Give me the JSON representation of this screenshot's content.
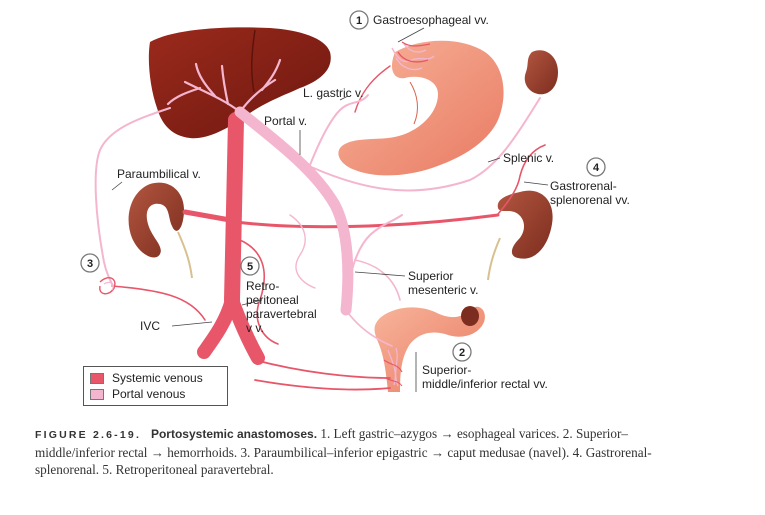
{
  "labels": {
    "gastroesophageal": "Gastroesophageal vv.",
    "l_gastric": "L. gastric v.",
    "portal": "Portal v.",
    "paraumbilical": "Paraumbilical v.",
    "splenic": "Splenic v.",
    "gastrorenal_1": "Gastrorenal-",
    "gastrorenal_2": "splenorenal vv.",
    "retro_1": "Retro-",
    "retro_2": "peritoneal",
    "retro_3": "paravertebral",
    "retro_4": "v v.",
    "sup_mes_1": "Superior",
    "sup_mes_2": "mesenteric v.",
    "ivc": "IVC",
    "rectal_1": "Superior-",
    "rectal_2": "middle/inferior rectal vv."
  },
  "markers": {
    "m1": "1",
    "m2": "2",
    "m3": "3",
    "m4": "4",
    "m5": "5"
  },
  "legend": {
    "systemic": "Systemic venous",
    "portal": "Portal venous",
    "systemic_color": "#e8566a",
    "portal_color": "#f4b6cf"
  },
  "caption": {
    "label": "FIGURE 2.6-19.",
    "title": "Portosystemic anastomoses.",
    "text": " 1. Left gastric–azygos → esophageal varices. 2. Superior–middle/inferior rectal → hemorrhoids. 3. Paraumbilical–inferior epigastric → caput medusae (navel). 4. Gastrorenal-splenorenal. 5. Retroperitoneal paravertebral."
  }
}
